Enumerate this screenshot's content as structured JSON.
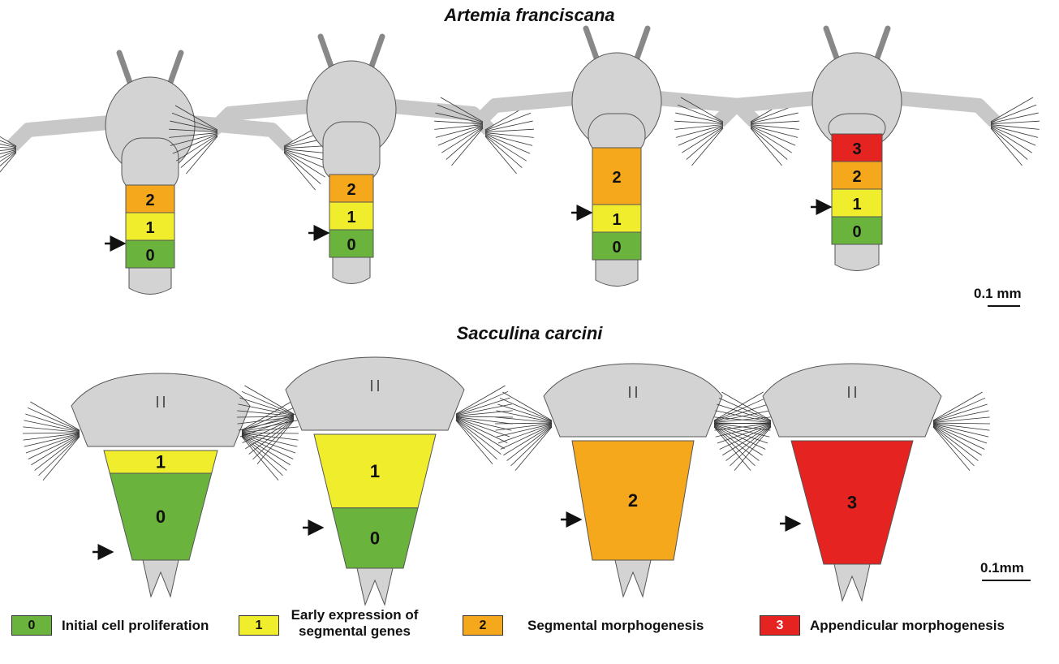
{
  "titles": {
    "top": "Artemia franciscana",
    "bottom": "Sacculina carcini"
  },
  "scale_labels": {
    "top": "0.1 mm",
    "bottom": "0.1mm"
  },
  "colors": {
    "stage0": "#6ab43e",
    "stage1": "#f0ee2c",
    "stage2": "#f6a81c",
    "stage3": "#e52320",
    "body": "#d3d3d3",
    "outline": "#555555"
  },
  "legend": [
    {
      "number": "0",
      "text": "Initial cell proliferation",
      "color": "#6ab43e"
    },
    {
      "number": "1",
      "text": "Early expression of\nsegmental genes",
      "color": "#f0ee2c"
    },
    {
      "number": "2",
      "text": "Segmental morphogenesis",
      "color": "#f6a81c"
    },
    {
      "number": "3",
      "text": "Appendicular morphogenesis",
      "color": "#e52320"
    }
  ],
  "artemia_larvae": [
    {
      "segments": [
        "2",
        "1",
        "0"
      ]
    },
    {
      "segments": [
        "2",
        "1",
        "0"
      ]
    },
    {
      "segments": [
        "2",
        "1",
        "0"
      ]
    },
    {
      "segments": [
        "3",
        "2",
        "1",
        "0"
      ]
    }
  ],
  "sacculina_larvae": [
    {
      "segments": [
        "1",
        "0"
      ]
    },
    {
      "segments": [
        "1",
        "0"
      ]
    },
    {
      "segments": [
        "2"
      ]
    },
    {
      "segments": [
        "3"
      ]
    }
  ]
}
